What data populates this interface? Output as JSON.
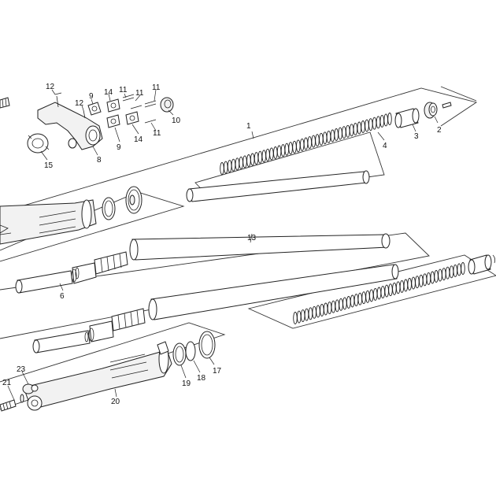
{
  "diagram": {
    "callouts": [
      {
        "id": "c1",
        "text": "1"
      },
      {
        "id": "c2",
        "text": "2"
      },
      {
        "id": "c3",
        "text": "3"
      },
      {
        "id": "c4",
        "text": "4"
      },
      {
        "id": "c6",
        "text": "6"
      },
      {
        "id": "c8",
        "text": "8"
      },
      {
        "id": "c9a",
        "text": "9"
      },
      {
        "id": "c9b",
        "text": "9"
      },
      {
        "id": "c10",
        "text": "10"
      },
      {
        "id": "c11a",
        "text": "11"
      },
      {
        "id": "c11b",
        "text": "11"
      },
      {
        "id": "c11c",
        "text": "11"
      },
      {
        "id": "c11d",
        "text": "11"
      },
      {
        "id": "c12a",
        "text": "12"
      },
      {
        "id": "c12b",
        "text": "12"
      },
      {
        "id": "c13",
        "text": "13"
      },
      {
        "id": "c14a",
        "text": "14"
      },
      {
        "id": "c14b",
        "text": "14"
      },
      {
        "id": "c15",
        "text": "15"
      },
      {
        "id": "c17",
        "text": "17"
      },
      {
        "id": "c18",
        "text": "18"
      },
      {
        "id": "c19",
        "text": "19"
      },
      {
        "id": "c20",
        "text": "20"
      },
      {
        "id": "c21",
        "text": "21"
      },
      {
        "id": "c23",
        "text": "23"
      }
    ]
  }
}
